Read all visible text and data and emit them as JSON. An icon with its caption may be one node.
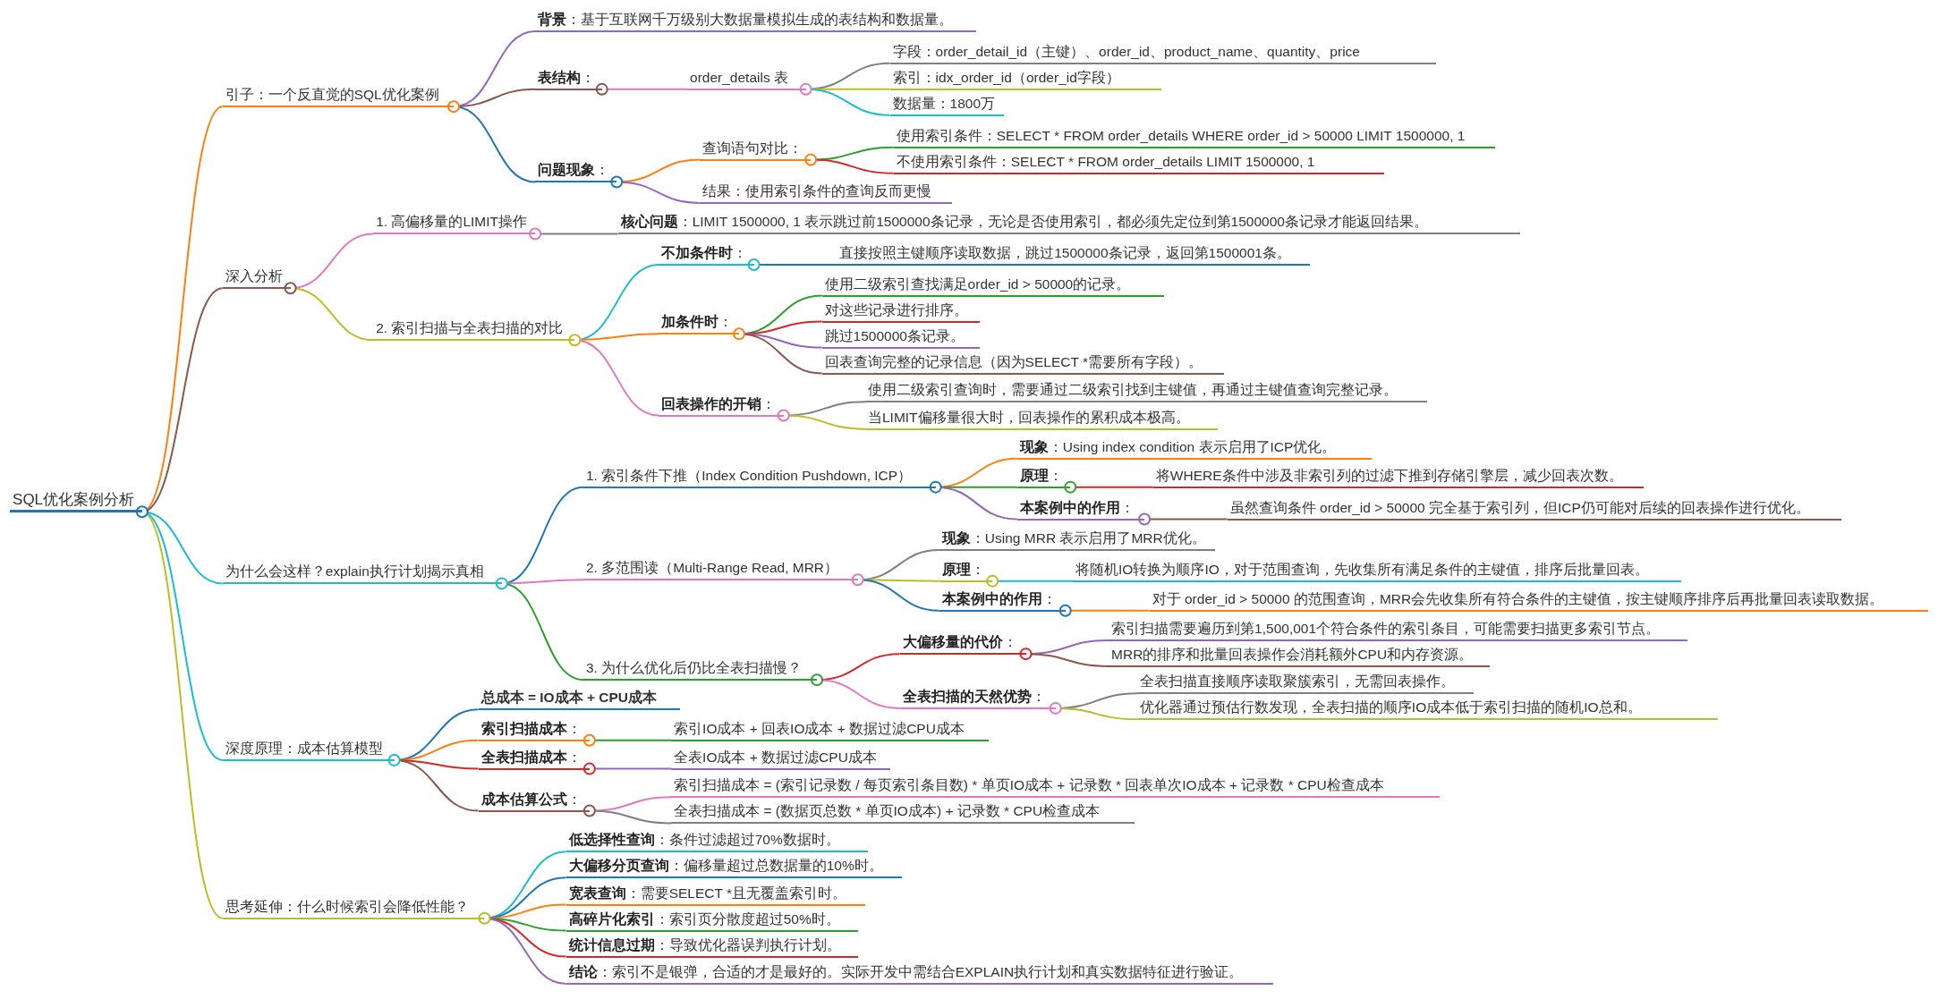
{
  "diagram": {
    "nodes": [
      {
        "text": [
          "SQL优化案例分析"
        ]
      },
      {
        "text": [
          "引子：一个反直觉的SQL优化案例"
        ]
      },
      {
        "text": [
          "**背景**：基于互联网千万级别大数据量模拟生成的表结构和数据量。"
        ]
      },
      {
        "text": [
          "**表结构**："
        ]
      },
      {
        "text": [
          "order_details 表"
        ]
      },
      {
        "text": [
          "字段：order_detail_id（主键）、order_id、product_name、quantity、price"
        ]
      },
      {
        "text": [
          "索引：idx_order_id（order_id字段）"
        ]
      },
      {
        "text": [
          "数据量：1800万"
        ]
      },
      {
        "text": [
          "**问题现象**："
        ]
      },
      {
        "text": [
          "查询语句对比："
        ]
      },
      {
        "text": [
          "使用索引条件：SELECT * FROM order_details WHERE order_id > 50000 LIMIT 1500000, 1"
        ]
      },
      {
        "text": [
          "不使用索引条件：SELECT * FROM order_details LIMIT 1500000, 1"
        ]
      },
      {
        "text": [
          "结果：使用索引条件的查询反而更慢"
        ]
      },
      {
        "text": [
          "深入分析"
        ]
      },
      {
        "text": [
          "1. 高偏移量的LIMIT操作"
        ]
      },
      {
        "text": [
          "**核心问题**：LIMIT 1500000, 1 表示跳过前1500000条记录，无论是否使用索引，都必须先定位到第1500000条记录才能返回结果。"
        ]
      },
      {
        "text": [
          "2. 索引扫描与全表扫描的对比"
        ]
      },
      {
        "text": [
          "**不加条件时**："
        ]
      },
      {
        "text": [
          "直接按照主键顺序读取数据，跳过1500000条记录，返回第1500001条。"
        ]
      },
      {
        "text": [
          "**加条件时**："
        ]
      },
      {
        "text": [
          "使用二级索引查找满足order_id > 50000的记录。"
        ]
      },
      {
        "text": [
          "对这些记录进行排序。"
        ]
      },
      {
        "text": [
          "跳过1500000条记录。"
        ]
      },
      {
        "text": [
          "回表查询完整的记录信息（因为SELECT *需要所有字段）。"
        ]
      },
      {
        "text": [
          "**回表操作的开销**："
        ]
      },
      {
        "text": [
          "使用二级索引查询时，需要通过二级索引找到主键值，再通过主键值查询完整记录。"
        ]
      },
      {
        "text": [
          "当LIMIT偏移量很大时，回表操作的累积成本极高。"
        ]
      },
      {
        "text": [
          "为什么会这样？explain执行计划揭示真相"
        ]
      },
      {
        "text": [
          "1. 索引条件下推（Index Condition Pushdown, ICP）"
        ]
      },
      {
        "text": [
          "**现象**：Using index condition 表示启用了ICP优化。"
        ]
      },
      {
        "text": [
          "**原理**："
        ]
      },
      {
        "text": [
          "将WHERE条件中涉及非索引列的过滤下推到存储引擎层，减少回表次数。"
        ]
      },
      {
        "text": [
          "**本案例中的作用**："
        ]
      },
      {
        "text": [
          "虽然查询条件 order_id > 50000 完全基于索引列，但ICP仍可能对后续的回表操作进行优化。"
        ]
      },
      {
        "text": [
          "2. 多范围读（Multi-Range Read, MRR）"
        ]
      },
      {
        "text": [
          "**现象**：Using MRR 表示启用了MRR优化。"
        ]
      },
      {
        "text": [
          "**原理**："
        ]
      },
      {
        "text": [
          "将随机IO转换为顺序IO，对于范围查询，先收集所有满足条件的主键值，排序后批量回表。"
        ]
      },
      {
        "text": [
          "**本案例中的作用**："
        ]
      },
      {
        "text": [
          "对于 order_id > 50000 的范围查询，MRR会先收集所有符合条件的主键值，按主键顺序排序后再批量回表读取数据。"
        ]
      },
      {
        "text": [
          "3. 为什么优化后仍比全表扫描慢？"
        ]
      },
      {
        "text": [
          "**大偏移量的代价**："
        ]
      },
      {
        "text": [
          "索引扫描需要遍历到第1,500,001个符合条件的索引条目，可能需要扫描更多索引节点。"
        ]
      },
      {
        "text": [
          "MRR的排序和批量回表操作会消耗额外CPU和内存资源。"
        ]
      },
      {
        "text": [
          "**全表扫描的天然优势**："
        ]
      },
      {
        "text": [
          "全表扫描直接顺序读取聚簇索引，无需回表操作。"
        ]
      },
      {
        "text": [
          "优化器通过预估行数发现，全表扫描的顺序IO成本低于索引扫描的随机IO总和。"
        ]
      },
      {
        "text": [
          "深度原理：成本估算模型"
        ]
      },
      {
        "text": [
          "总成本 = IO成本 + CPU成本"
        ]
      },
      {
        "text": [
          "**索引扫描成本**："
        ]
      },
      {
        "text": [
          "索引IO成本 + 回表IO成本 + 数据过滤CPU成本"
        ]
      },
      {
        "text": [
          "**全表扫描成本**："
        ]
      },
      {
        "text": [
          "全表IO成本 + 数据过滤CPU成本"
        ]
      },
      {
        "text": [
          "**成本估算公式**："
        ]
      },
      {
        "text": [
          "索引扫描成本 = (索引记录数 / 每页索引条目数) * 单页IO成本 + 记录数 * 回表单次IO成本 + 记录数 * CPU检查成本"
        ]
      },
      {
        "text": [
          "全表扫描成本 = (数据页总数 * 单页IO成本) + 记录数 * CPU检查成本"
        ]
      },
      {
        "text": [
          "思考延伸：什么时候索引会降低性能？"
        ]
      },
      {
        "text": [
          "**低选择性查询**：条件过滤超过70%数据时。"
        ]
      },
      {
        "text": [
          "**大偏移分页查询**：偏移量超过总数据量的10%时。"
        ]
      },
      {
        "text": [
          "**宽表查询**：需要SELECT *且无覆盖索引时。"
        ]
      },
      {
        "text": [
          "**高碎片化索引**：索引页分散度超过50%时。"
        ]
      },
      {
        "text": [
          "**统计信息过期**：导致优化器误判执行计划。"
        ]
      },
      {
        "text": [
          "**结论**：索引不是银弹，合适的才是最好的。实际开发中需结合EXPLAIN执行计划和真实数据特征进行验证。"
        ]
      }
    ],
    "edges": [
      {
        "from": 0,
        "to": 1,
        "arrow": "none",
        "color": "#ff7f0e"
      },
      {
        "from": 1,
        "to": 2,
        "arrow": "none",
        "color": "#9467bd"
      },
      {
        "from": 1,
        "to": 3,
        "arrow": "none",
        "color": "#8c564b"
      },
      {
        "from": 3,
        "to": 4,
        "arrow": "none",
        "color": "#e377c2"
      },
      {
        "from": 4,
        "to": 5,
        "arrow": "none",
        "color": "#7f7f7f"
      },
      {
        "from": 4,
        "to": 6,
        "arrow": "none",
        "color": "#bcbd22"
      },
      {
        "from": 4,
        "to": 7,
        "arrow": "none",
        "color": "#17becf"
      },
      {
        "from": 1,
        "to": 8,
        "arrow": "none",
        "color": "#1f77b4"
      },
      {
        "from": 8,
        "to": 9,
        "arrow": "none",
        "color": "#ff7f0e"
      },
      {
        "from": 9,
        "to": 10,
        "arrow": "none",
        "color": "#2ca02c"
      },
      {
        "from": 9,
        "to": 11,
        "arrow": "none",
        "color": "#d62728"
      },
      {
        "from": 8,
        "to": 12,
        "arrow": "none",
        "color": "#9467bd"
      },
      {
        "from": 0,
        "to": 13,
        "arrow": "none",
        "color": "#8c564b"
      },
      {
        "from": 13,
        "to": 14,
        "arrow": "none",
        "color": "#e377c2"
      },
      {
        "from": 14,
        "to": 15,
        "arrow": "none",
        "color": "#7f7f7f"
      },
      {
        "from": 13,
        "to": 16,
        "arrow": "none",
        "color": "#bcbd22"
      },
      {
        "from": 16,
        "to": 17,
        "arrow": "none",
        "color": "#17becf"
      },
      {
        "from": 17,
        "to": 18,
        "arrow": "none",
        "color": "#1f77b4"
      },
      {
        "from": 16,
        "to": 19,
        "arrow": "none",
        "color": "#ff7f0e"
      },
      {
        "from": 19,
        "to": 20,
        "arrow": "none",
        "color": "#2ca02c"
      },
      {
        "from": 19,
        "to": 21,
        "arrow": "none",
        "color": "#d62728"
      },
      {
        "from": 19,
        "to": 22,
        "arrow": "none",
        "color": "#9467bd"
      },
      {
        "from": 19,
        "to": 23,
        "arrow": "none",
        "color": "#8c564b"
      },
      {
        "from": 16,
        "to": 24,
        "arrow": "none",
        "color": "#e377c2"
      },
      {
        "from": 24,
        "to": 25,
        "arrow": "none",
        "color": "#7f7f7f"
      },
      {
        "from": 24,
        "to": 26,
        "arrow": "none",
        "color": "#bcbd22"
      },
      {
        "from": 0,
        "to": 27,
        "arrow": "none",
        "color": "#17becf"
      },
      {
        "from": 27,
        "to": 28,
        "arrow": "none",
        "color": "#1f77b4"
      },
      {
        "from": 28,
        "to": 29,
        "arrow": "none",
        "color": "#ff7f0e"
      },
      {
        "from": 28,
        "to": 30,
        "arrow": "none",
        "color": "#2ca02c"
      },
      {
        "from": 30,
        "to": 31,
        "arrow": "none",
        "color": "#d62728"
      },
      {
        "from": 28,
        "to": 32,
        "arrow": "none",
        "color": "#9467bd"
      },
      {
        "from": 32,
        "to": 33,
        "arrow": "none",
        "color": "#8c564b"
      },
      {
        "from": 27,
        "to": 34,
        "arrow": "none",
        "color": "#e377c2"
      },
      {
        "from": 34,
        "to": 35,
        "arrow": "none",
        "color": "#7f7f7f"
      },
      {
        "from": 34,
        "to": 36,
        "arrow": "none",
        "color": "#bcbd22"
      },
      {
        "from": 36,
        "to": 37,
        "arrow": "none",
        "color": "#17becf"
      },
      {
        "from": 34,
        "to": 38,
        "arrow": "none",
        "color": "#1f77b4"
      },
      {
        "from": 38,
        "to": 39,
        "arrow": "none",
        "color": "#ff7f0e"
      },
      {
        "from": 27,
        "to": 40,
        "arrow": "none",
        "color": "#2ca02c"
      },
      {
        "from": 40,
        "to": 41,
        "arrow": "none",
        "color": "#d62728"
      },
      {
        "from": 41,
        "to": 42,
        "arrow": "none",
        "color": "#9467bd"
      },
      {
        "from": 41,
        "to": 43,
        "arrow": "none",
        "color": "#8c564b"
      },
      {
        "from": 40,
        "to": 44,
        "arrow": "none",
        "color": "#e377c2"
      },
      {
        "from": 44,
        "to": 45,
        "arrow": "none",
        "color": "#7f7f7f"
      },
      {
        "from": 44,
        "to": 46,
        "arrow": "none",
        "color": "#bcbd22"
      },
      {
        "from": 0,
        "to": 47,
        "arrow": "none",
        "color": "#17becf"
      },
      {
        "from": 47,
        "to": 48,
        "arrow": "none",
        "color": "#1f77b4"
      },
      {
        "from": 47,
        "to": 49,
        "arrow": "none",
        "color": "#ff7f0e"
      },
      {
        "from": 49,
        "to": 50,
        "arrow": "none",
        "color": "#2ca02c"
      },
      {
        "from": 47,
        "to": 51,
        "arrow": "none",
        "color": "#d62728"
      },
      {
        "from": 51,
        "to": 52,
        "arrow": "none",
        "color": "#9467bd"
      },
      {
        "from": 47,
        "to": 53,
        "arrow": "none",
        "color": "#8c564b"
      },
      {
        "from": 53,
        "to": 54,
        "arrow": "none",
        "color": "#e377c2"
      },
      {
        "from": 53,
        "to": 55,
        "arrow": "none",
        "color": "#7f7f7f"
      },
      {
        "from": 0,
        "to": 56,
        "arrow": "none",
        "color": "#bcbd22"
      },
      {
        "from": 56,
        "to": 57,
        "arrow": "none",
        "color": "#17becf"
      },
      {
        "from": 56,
        "to": 58,
        "arrow": "none",
        "color": "#1f77b4"
      },
      {
        "from": 56,
        "to": 59,
        "arrow": "none",
        "color": "#ff7f0e"
      },
      {
        "from": 56,
        "to": 60,
        "arrow": "none",
        "color": "#2ca02c"
      },
      {
        "from": 56,
        "to": 61,
        "arrow": "none",
        "color": "#d62728"
      },
      {
        "from": 56,
        "to": 62,
        "arrow": "none",
        "color": "#9467bd"
      }
    ]
  }
}
